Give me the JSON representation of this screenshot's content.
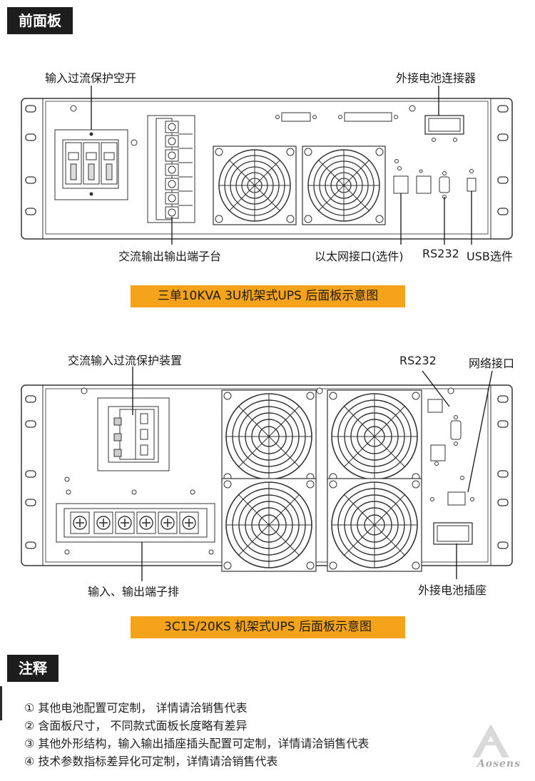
{
  "sections": {
    "front_panel": "前面板",
    "notes": "注释"
  },
  "diagram1": {
    "labels": {
      "input_breaker": "输入过流保护空开",
      "ext_battery_connector": "外接电池连接器",
      "terminal_block": "交流输出输出端子台",
      "ethernet": "以太网接口(选件)",
      "rs232": "RS232",
      "usb": "USB选件"
    },
    "caption": "三单10KVA   3U机架式UPS 后面板示意图"
  },
  "diagram2": {
    "labels": {
      "input_protection": "交流输入过流保护装置",
      "rs232": "RS232",
      "network": "网络接口",
      "terminal_row": "输入、输出端子排",
      "ext_battery_socket": "外接电池插座"
    },
    "caption": "3C15/20KS 机架式UPS 后面板示意图"
  },
  "notes": [
    "① 其他电池配置可定制，  详情请洽销售代表",
    "② 含面板尺寸，  不同款式面板长度略有差异",
    "③ 其他外形结构，输入输出插座插头配置可定制，详情请洽销售代表",
    "④ 技术参数指标差异化可定制，详情请洽销售代表"
  ],
  "brand": "Aosens"
}
